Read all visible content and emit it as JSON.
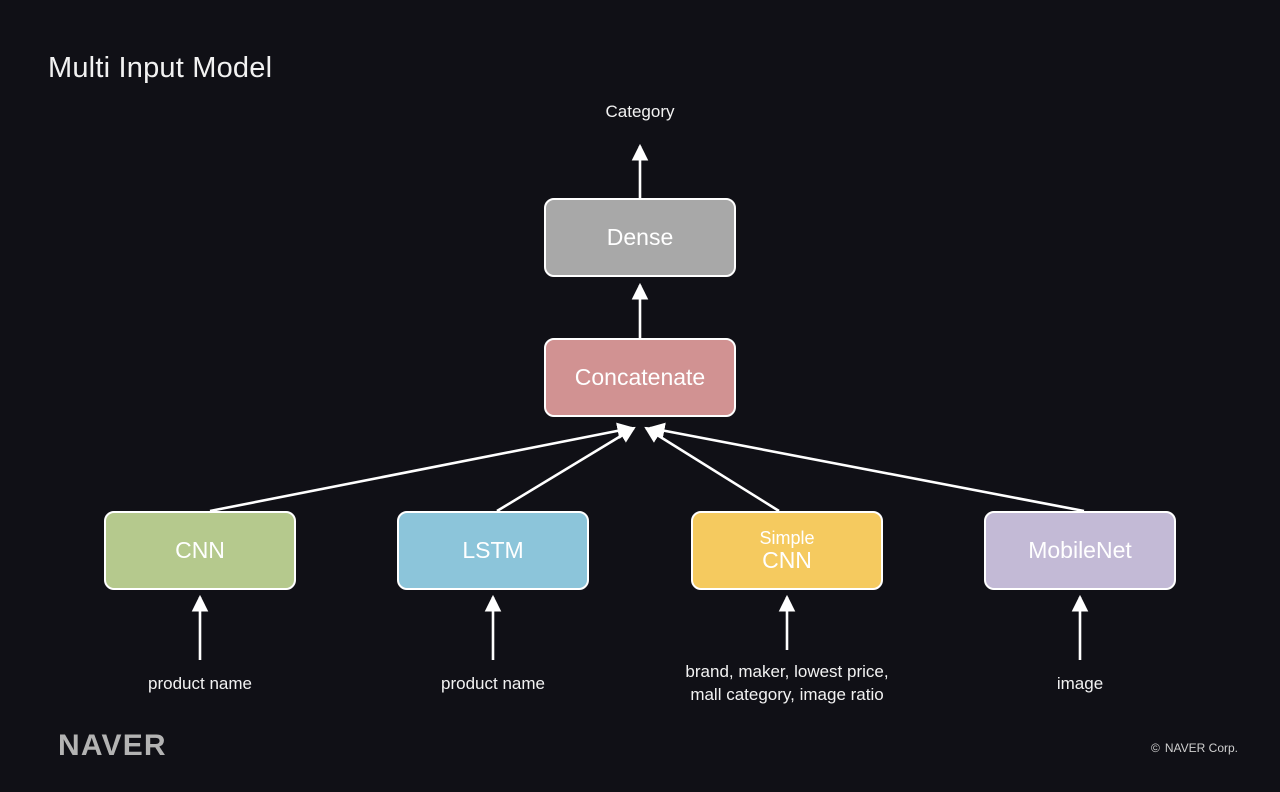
{
  "slide": {
    "title": "Multi Input Model",
    "background_color": "#101016",
    "text_color": "#f2f2f2"
  },
  "diagram": {
    "output_label": "Category",
    "nodes": [
      {
        "id": "dense",
        "label": "Dense",
        "color": "#a8a8a8"
      },
      {
        "id": "concat",
        "label": "Concatenate",
        "color": "#d19292"
      },
      {
        "id": "cnn",
        "label": "CNN",
        "color": "#b5c98d"
      },
      {
        "id": "lstm",
        "label": "LSTM",
        "color": "#8cc5da"
      },
      {
        "id": "simplecnn",
        "label_line1": "Simple",
        "label_line2": "CNN",
        "color": "#f5ca5f"
      },
      {
        "id": "mobilenet",
        "label": "MobileNet",
        "color": "#c3bad6"
      }
    ],
    "inputs": [
      {
        "for": "cnn",
        "label": "product name"
      },
      {
        "for": "lstm",
        "label": "product name"
      },
      {
        "for": "simplecnn",
        "label": "brand, maker, lowest price,\nmall category, image ratio"
      },
      {
        "for": "mobilenet",
        "label": "image"
      }
    ],
    "edge_color": "#ffffff"
  },
  "footer": {
    "logo_text": "NAVER",
    "copyright_mark": "©",
    "copyright_text": "NAVER Corp."
  }
}
